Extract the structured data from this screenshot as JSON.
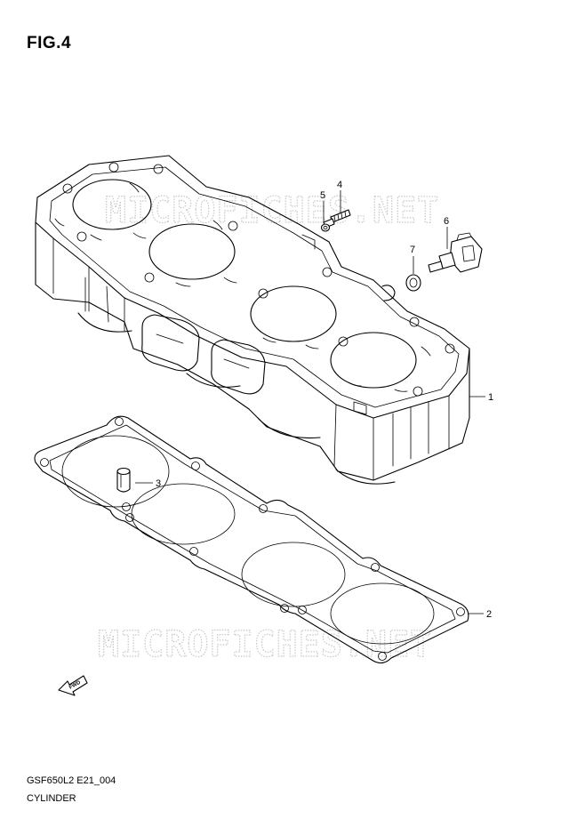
{
  "figure": {
    "title": "FIG.4",
    "model_code": "GSF650L2 E21_004",
    "part_name": "CYLINDER"
  },
  "watermark": {
    "text": "MICROFICHES.NET"
  },
  "direction_marker": {
    "label": "FWD",
    "icon": "fwd-arrow-icon"
  },
  "callouts": [
    {
      "number": "1"
    },
    {
      "number": "2"
    },
    {
      "number": "3"
    },
    {
      "number": "4"
    },
    {
      "number": "5"
    },
    {
      "number": "6"
    },
    {
      "number": "7"
    }
  ]
}
